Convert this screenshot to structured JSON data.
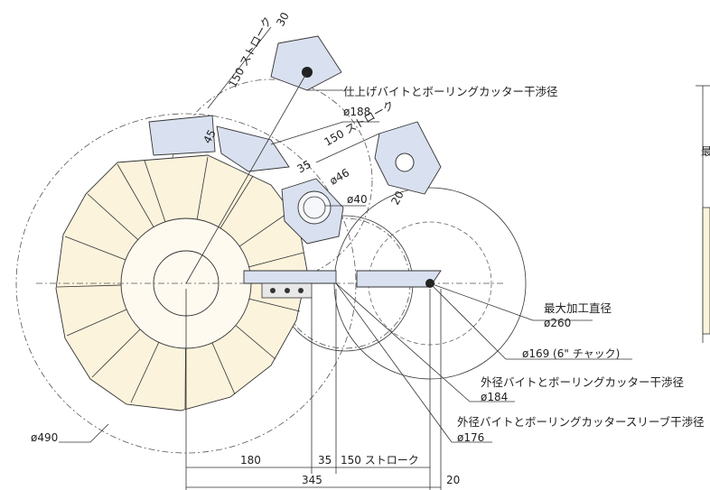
{
  "labels": {
    "finish_bite_boring": "仕上げバイトとボーリングカッター干渉径",
    "d188": "ø188",
    "stroke150_top": "150 ストローク",
    "stroke150_right": "150 ストローク",
    "d30": "30",
    "d45": "45",
    "d35_top": "35",
    "d46": "ø46",
    "d40": "ø40",
    "d20_top": "20",
    "max_machining_dia": "最大加工直径",
    "d260": "ø260",
    "d169": "ø169 (6\" チャック)",
    "outer_bite_boring": "外径バイトとボーリングカッター干渉径",
    "d184": "ø184",
    "outer_bite_sleeve": "外径バイトとボーリングカッタースリーブ干渉径",
    "d176": "ø176",
    "d490": "ø490",
    "dim180": "180",
    "dim35": "35",
    "dim150": "150 ストローク",
    "dim345": "345",
    "dim20": "20",
    "edge_char": "最"
  },
  "colors": {
    "turret_fill": "#fbf3dc",
    "tool_fill": "#d9e0ef",
    "line": "#333333"
  }
}
